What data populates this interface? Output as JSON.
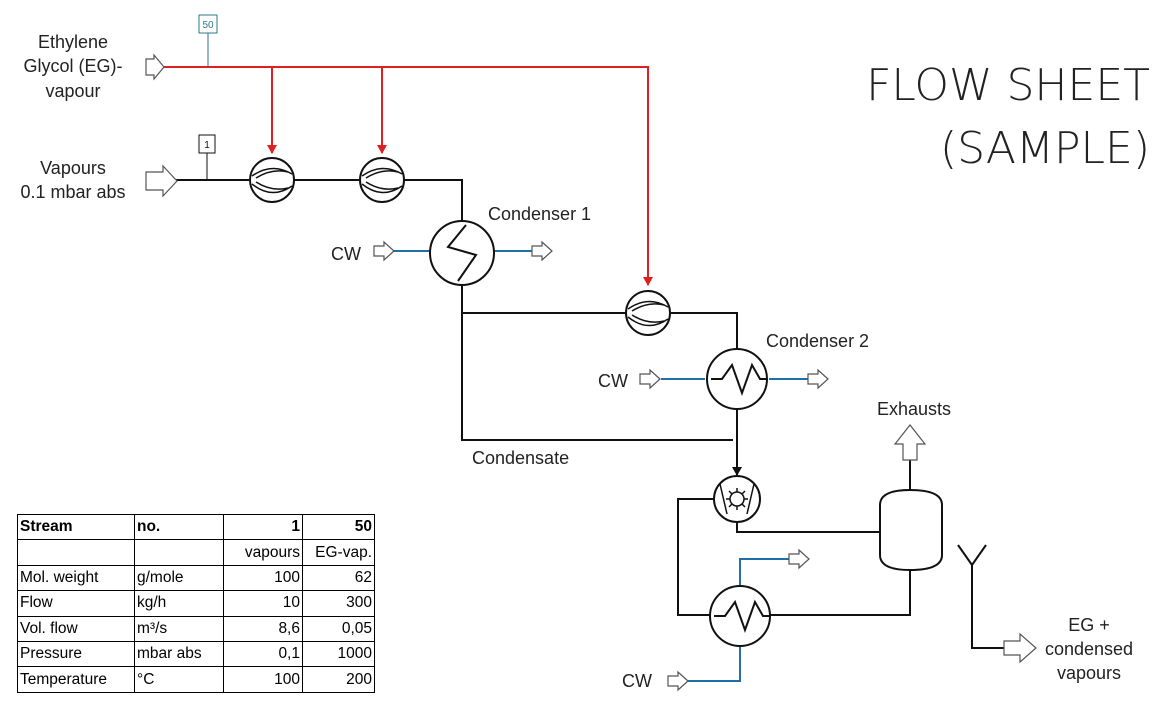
{
  "title": {
    "line1": "FLOW SHEET",
    "line2": "(SAMPLE)"
  },
  "labels": {
    "eg_vapour": [
      "Ethylene",
      "Glycol (EG)-",
      "vapour"
    ],
    "vapours_inlet": [
      "Vapours",
      "0.1 mbar abs"
    ],
    "condenser1": "Condenser 1",
    "condenser2": "Condenser 2",
    "cw": "CW",
    "condensate": "Condensate",
    "exhausts": "Exhausts",
    "eg_outlet": [
      "EG +",
      "condensed",
      "vapours"
    ]
  },
  "stream_tags": {
    "stream_1": "1",
    "stream_50": "50"
  },
  "colors": {
    "steam": "#e02020",
    "cooling_water": "#1f6fa8",
    "process": "#111111",
    "tag_50": "#2b7a8a"
  },
  "table": {
    "header": [
      "Stream",
      "no.",
      "1",
      "50"
    ],
    "rows": [
      [
        "",
        "",
        "vapours",
        "EG-vap."
      ],
      [
        "Mol. weight",
        "g/mole",
        "100",
        "62"
      ],
      [
        "Flow",
        "kg/h",
        "10",
        "300"
      ],
      [
        "Vol. flow",
        "m³/s",
        "8,6",
        "0,05"
      ],
      [
        "Pressure",
        "mbar abs",
        "0,1",
        "1000"
      ],
      [
        "Temperature",
        "°C",
        "100",
        "200"
      ]
    ]
  }
}
